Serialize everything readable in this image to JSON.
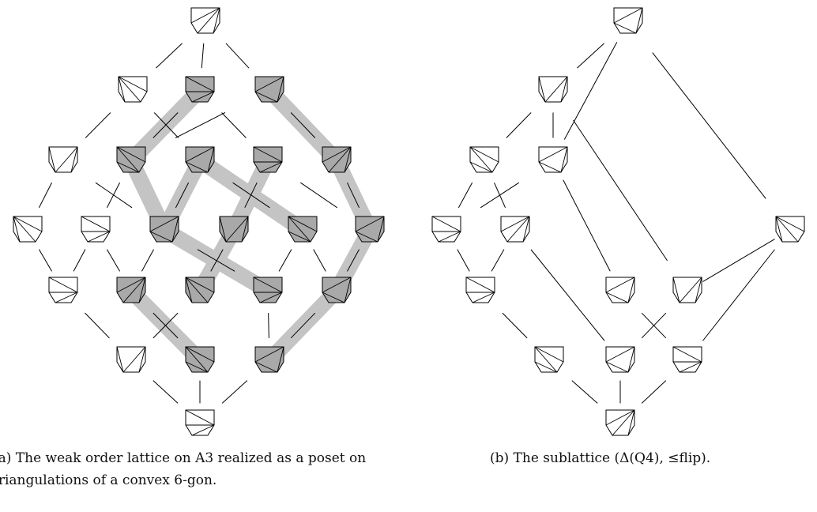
{
  "captions": {
    "a": "(a) The weak order lattice on A3 realized as a poset on\ntriangulations of a convex 6-gon.",
    "b": "(b) The sublattice (Δ(Q4), ≤flip)."
  },
  "colors": {
    "node_shaded": "#a9a9a9",
    "node_plain": "#ffffff",
    "highlight_band": "#c4c4c4",
    "line": "#000000"
  },
  "diagram_a": {
    "node_count": 24,
    "shaded_node_count": 13,
    "levels": [
      1,
      3,
      5,
      6,
      5,
      3,
      1
    ]
  },
  "diagram_b": {
    "node_count": 14,
    "shaded_node_count": 0
  }
}
